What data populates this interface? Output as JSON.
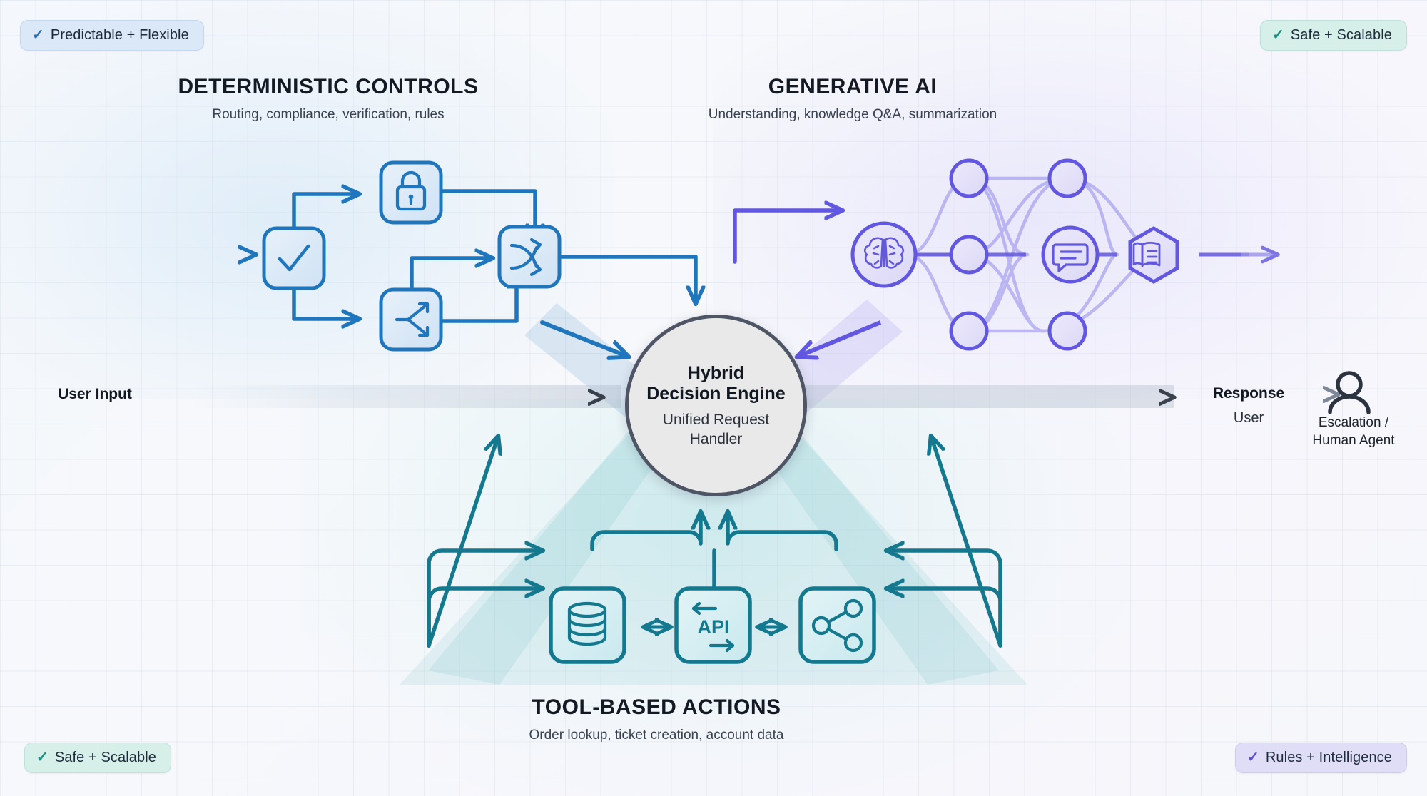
{
  "badges": [
    {
      "id": "predictable-flexible",
      "label": "Predictable + Flexible",
      "check": "✓",
      "position": "top-left",
      "accent": "#2f6fb5",
      "bg": "#dbe8f7"
    },
    {
      "id": "safe-scalable-top",
      "label": "Safe + Scalable",
      "check": "✓",
      "position": "top-right",
      "accent": "#179181",
      "bg": "#d6efe9"
    },
    {
      "id": "safe-scalable-bottom",
      "label": "Safe + Scalable",
      "check": "✓",
      "position": "bottom-left",
      "accent": "#179181",
      "bg": "#d6efe9"
    },
    {
      "id": "rules-intelligence",
      "label": "Rules + Intelligence",
      "check": "✓",
      "position": "bottom-right",
      "accent": "#5b50d6",
      "bg": "#e0ddf6"
    }
  ],
  "sections": {
    "deterministic": {
      "title": "DETERMINISTIC CONTROLS",
      "subtitle": "Routing, compliance, verification, rules",
      "color": "#1f76bd",
      "nodes": [
        {
          "name": "verify-check",
          "icon": "check-icon"
        },
        {
          "name": "compliance-lock",
          "icon": "lock-icon"
        },
        {
          "name": "routing-branch",
          "icon": "branch-icon"
        },
        {
          "name": "rules-shuffle",
          "icon": "shuffle-icon"
        }
      ]
    },
    "generative": {
      "title": "GENERATIVE AI",
      "subtitle": "Understanding, knowledge Q&A, summarization",
      "color": "#6257e0",
      "nodes": [
        {
          "name": "brain-node",
          "icon": "brain-icon"
        },
        {
          "name": "neural-node-1",
          "icon": "circle-node-icon"
        },
        {
          "name": "neural-node-2",
          "icon": "circle-node-icon"
        },
        {
          "name": "neural-node-3",
          "icon": "circle-node-icon"
        },
        {
          "name": "neural-node-4",
          "icon": "circle-node-icon"
        },
        {
          "name": "neural-node-5",
          "icon": "circle-node-icon"
        },
        {
          "name": "chat-node",
          "icon": "chat-bubble-icon"
        },
        {
          "name": "knowledge-node",
          "icon": "open-book-icon"
        }
      ]
    },
    "tools": {
      "title": "TOOL-BASED ACTIONS",
      "subtitle": "Order lookup, ticket creation, account data",
      "color": "#14798f",
      "nodes": [
        {
          "name": "database-tool",
          "icon": "database-icon",
          "label": ""
        },
        {
          "name": "api-tool",
          "icon": "api-icon",
          "label": "API"
        },
        {
          "name": "integration-tool",
          "icon": "share-nodes-icon",
          "label": ""
        }
      ]
    }
  },
  "hub": {
    "title_line1": "Hybrid",
    "title_line2": "Decision Engine",
    "subtitle_line1": "Unified Request",
    "subtitle_line2": "Handler",
    "border_color": "#4e5565",
    "fill_color": "#e9e9ea"
  },
  "flow": {
    "input_label": "User Input",
    "response_label": "Response",
    "response_sub": "User",
    "escalation_line1": "Escalation /",
    "escalation_line2": "Human Agent",
    "escalation_icon": "user-person-icon"
  }
}
